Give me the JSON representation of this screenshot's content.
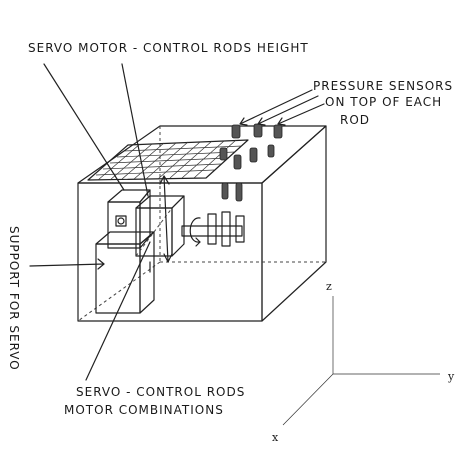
{
  "labels": {
    "servo_height": "SERVO MOTOR - CONTROL RODS HEIGHT",
    "pressure_line1": "PRESSURE SENSORS",
    "pressure_line2": "ON TOP OF EACH",
    "pressure_line3": "ROD",
    "support": "SUPPORT FOR SERVO",
    "servo_comb_line1": "SERVO - CONTROL RODS",
    "servo_comb_line2": "MOTOR   COMBINATIONS"
  },
  "axes": {
    "z": "z",
    "y": "y",
    "x": "x"
  }
}
